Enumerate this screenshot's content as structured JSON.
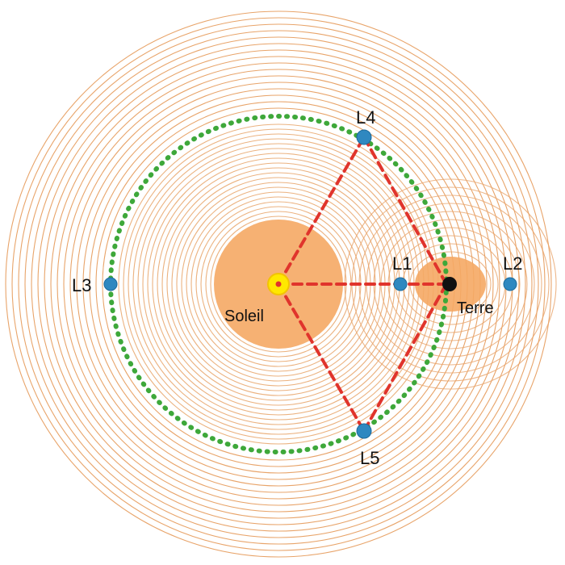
{
  "labels": {
    "sun": "Soleil",
    "earth": "Terre",
    "l1": "L1",
    "l2": "L2",
    "l3": "L3",
    "l4": "L4",
    "l5": "L5"
  },
  "colors": {
    "contour": "#e8a46a",
    "potential_fill": "#f5a964",
    "orbit": "#3ea83a",
    "triangle": "#e0342c",
    "lagrange_point": "#2f88c0",
    "sun": "#ffe800",
    "earth": "#111111",
    "background": "#ffffff"
  },
  "icons": {
    "sun": "sun-icon",
    "earth": "earth-icon",
    "lagrange_point": "lagrange-point-icon"
  }
}
